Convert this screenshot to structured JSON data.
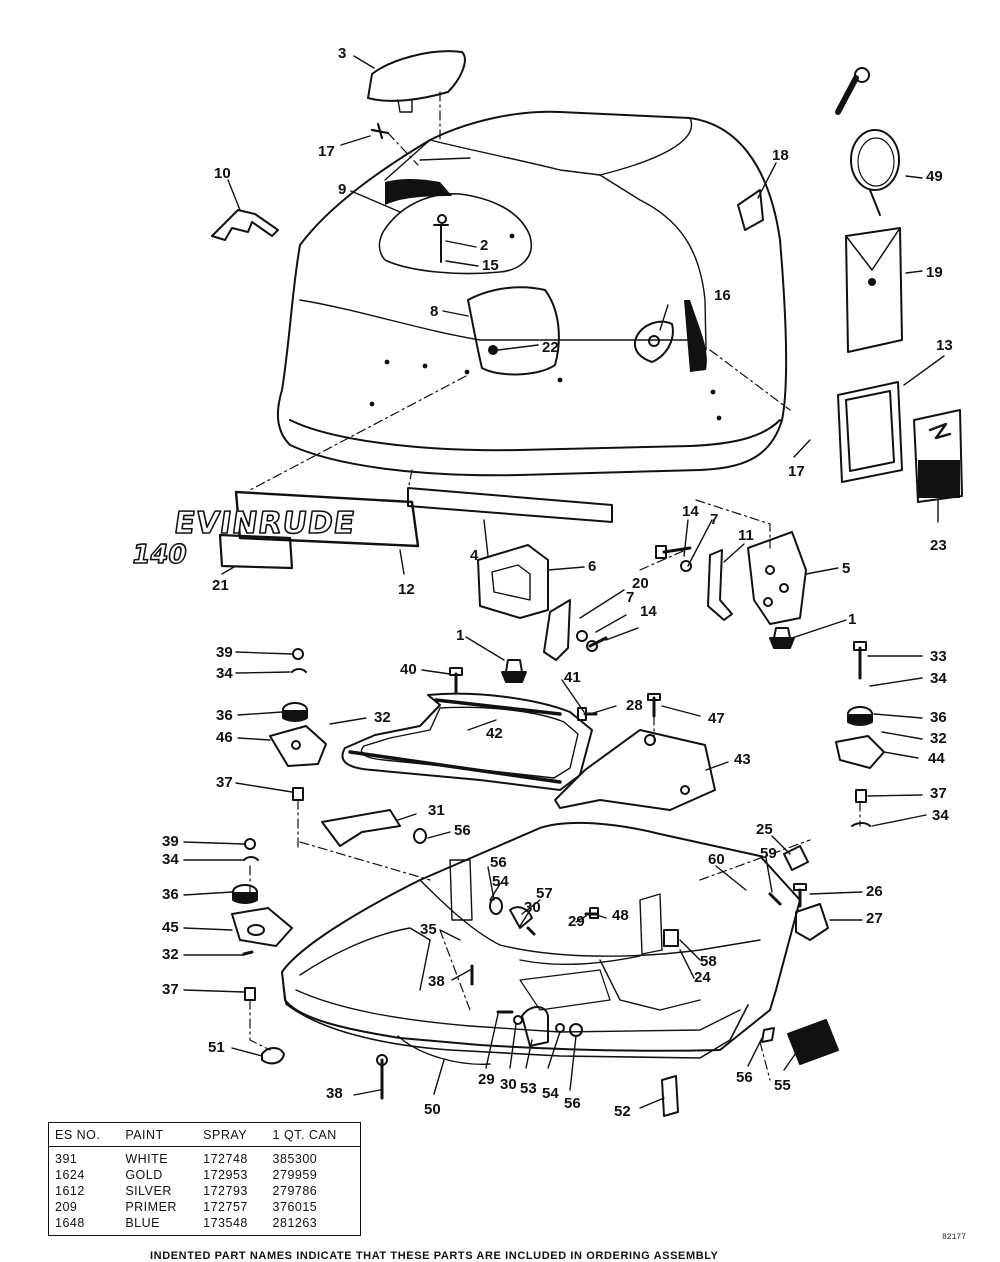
{
  "callouts": [
    {
      "id": "c3",
      "text": "3"
    },
    {
      "id": "c17a",
      "text": "17"
    },
    {
      "id": "c10",
      "text": "10"
    },
    {
      "id": "c9",
      "text": "9"
    },
    {
      "id": "c2",
      "text": "2"
    },
    {
      "id": "c15",
      "text": "15"
    },
    {
      "id": "c18",
      "text": "18"
    },
    {
      "id": "c49",
      "text": "49"
    },
    {
      "id": "c19",
      "text": "19"
    },
    {
      "id": "c16",
      "text": "16"
    },
    {
      "id": "c8",
      "text": "8"
    },
    {
      "id": "c22",
      "text": "22"
    },
    {
      "id": "c13",
      "text": "13"
    },
    {
      "id": "c17b",
      "text": "17"
    },
    {
      "id": "c23",
      "text": "23"
    },
    {
      "id": "c12",
      "text": "12"
    },
    {
      "id": "c21",
      "text": "21"
    },
    {
      "id": "c4",
      "text": "4"
    },
    {
      "id": "c6",
      "text": "6"
    },
    {
      "id": "c14a",
      "text": "14"
    },
    {
      "id": "c7a",
      "text": "7"
    },
    {
      "id": "c11",
      "text": "11"
    },
    {
      "id": "c5",
      "text": "5"
    },
    {
      "id": "c20",
      "text": "20"
    },
    {
      "id": "c7b",
      "text": "7"
    },
    {
      "id": "c14b",
      "text": "14"
    },
    {
      "id": "c1a",
      "text": "1"
    },
    {
      "id": "c1b",
      "text": "1"
    },
    {
      "id": "c39a",
      "text": "39"
    },
    {
      "id": "c34a",
      "text": "34"
    },
    {
      "id": "c40",
      "text": "40"
    },
    {
      "id": "c41",
      "text": "41"
    },
    {
      "id": "c33",
      "text": "33"
    },
    {
      "id": "c34b",
      "text": "34"
    },
    {
      "id": "c36a",
      "text": "36"
    },
    {
      "id": "c32a",
      "text": "32"
    },
    {
      "id": "c46",
      "text": "46"
    },
    {
      "id": "c42",
      "text": "42"
    },
    {
      "id": "c28",
      "text": "28"
    },
    {
      "id": "c47",
      "text": "47"
    },
    {
      "id": "c36b",
      "text": "36"
    },
    {
      "id": "c32b",
      "text": "32"
    },
    {
      "id": "c44",
      "text": "44"
    },
    {
      "id": "c43",
      "text": "43"
    },
    {
      "id": "c37a",
      "text": "37"
    },
    {
      "id": "c37b",
      "text": "37"
    },
    {
      "id": "c31",
      "text": "31"
    },
    {
      "id": "c56a",
      "text": "56"
    },
    {
      "id": "c34c",
      "text": "34"
    },
    {
      "id": "c39b",
      "text": "39"
    },
    {
      "id": "c34d",
      "text": "34"
    },
    {
      "id": "c25",
      "text": "25"
    },
    {
      "id": "c56b",
      "text": "56"
    },
    {
      "id": "c54a",
      "text": "54"
    },
    {
      "id": "c60",
      "text": "60"
    },
    {
      "id": "c59",
      "text": "59"
    },
    {
      "id": "c26",
      "text": "26"
    },
    {
      "id": "c36c",
      "text": "36"
    },
    {
      "id": "c57",
      "text": "57"
    },
    {
      "id": "c30a",
      "text": "30"
    },
    {
      "id": "c29a",
      "text": "29"
    },
    {
      "id": "c48",
      "text": "48"
    },
    {
      "id": "c27",
      "text": "27"
    },
    {
      "id": "c45",
      "text": "45"
    },
    {
      "id": "c35",
      "text": "35"
    },
    {
      "id": "c32c",
      "text": "32"
    },
    {
      "id": "c58",
      "text": "58"
    },
    {
      "id": "c24",
      "text": "24"
    },
    {
      "id": "c38a",
      "text": "38"
    },
    {
      "id": "c37c",
      "text": "37"
    },
    {
      "id": "c51",
      "text": "51"
    },
    {
      "id": "c38b",
      "text": "38"
    },
    {
      "id": "c50",
      "text": "50"
    },
    {
      "id": "c29b",
      "text": "29"
    },
    {
      "id": "c30b",
      "text": "30"
    },
    {
      "id": "c53",
      "text": "53"
    },
    {
      "id": "c54b",
      "text": "54"
    },
    {
      "id": "c56c",
      "text": "56"
    },
    {
      "id": "c56d",
      "text": "56"
    },
    {
      "id": "c55",
      "text": "55"
    },
    {
      "id": "c52",
      "text": "52"
    }
  ],
  "decal": {
    "brand": "EVINRUDE",
    "model": "140"
  },
  "paint_table": {
    "headers": [
      "ES NO.",
      "PAINT",
      "SPRAY",
      "1 QT. CAN"
    ],
    "rows": [
      [
        "391",
        "WHITE",
        "172748",
        "385300"
      ],
      [
        "1624",
        "GOLD",
        "172953",
        "279959"
      ],
      [
        "1612",
        "SILVER",
        "172793",
        "279786"
      ],
      [
        "209",
        "PRIMER",
        "172757",
        "376015"
      ],
      [
        "1648",
        "BLUE",
        "173548",
        "281263"
      ]
    ]
  },
  "ref_code": "82177",
  "footnote": "INDENTED PART NAMES INDICATE THAT THESE PARTS ARE INCLUDED IN ORDERING ASSEMBLY"
}
